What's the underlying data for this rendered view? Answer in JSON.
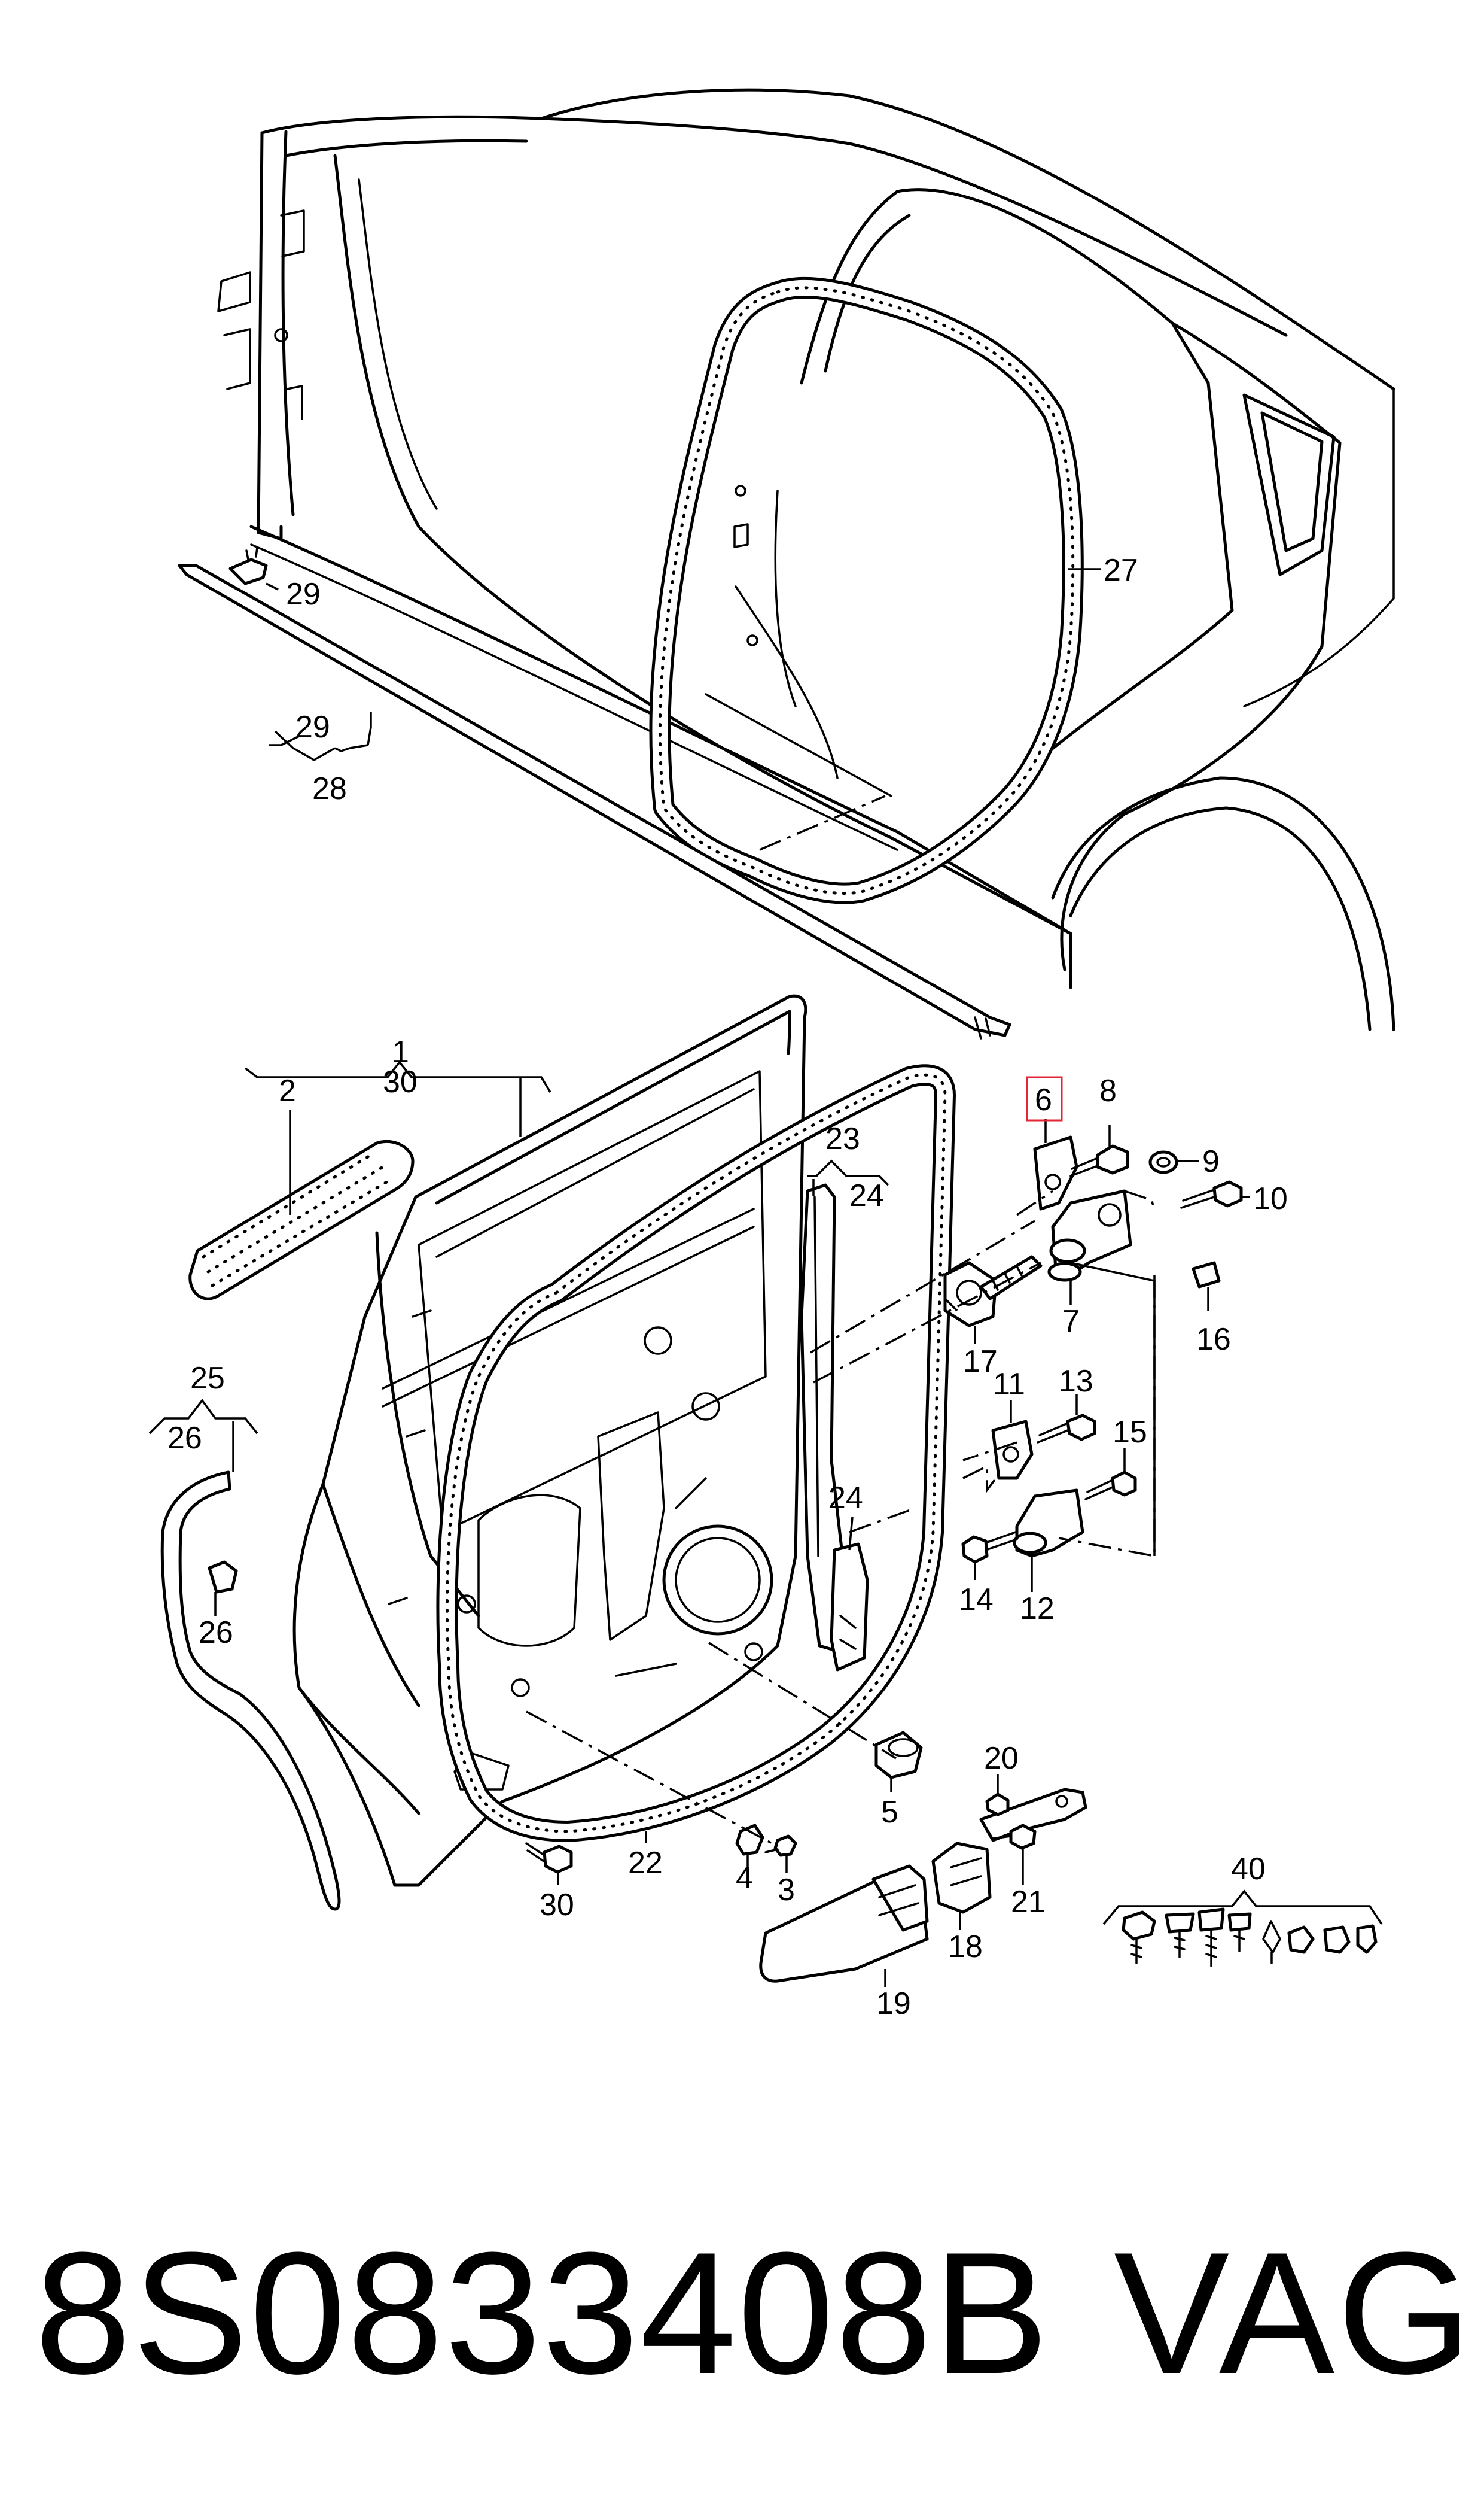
{
  "callouts": {
    "n1": "1",
    "n2": "2",
    "n3": "3",
    "n4": "4",
    "n5": "5",
    "n6": "6",
    "n7": "7",
    "n8": "8",
    "n9": "9",
    "n10": "10",
    "n11": "11",
    "n12": "12",
    "n13": "13",
    "n14": "14",
    "n15": "15",
    "n16": "16",
    "n17": "17",
    "n18": "18",
    "n19": "19",
    "n20": "20",
    "n21": "21",
    "n22": "22",
    "n23": "23",
    "n24a": "24",
    "n24b": "24",
    "n25": "25",
    "n26a": "26",
    "n26b": "26",
    "n27": "27",
    "n28": "28",
    "n29a": "29",
    "n29b": "29",
    "n30a": "30",
    "n30b": "30",
    "n40": "40"
  },
  "highlighted_callout": "6",
  "highlight_color": "#e32636",
  "footer": {
    "part_number": "8S0833408B",
    "brand": "VAG"
  }
}
